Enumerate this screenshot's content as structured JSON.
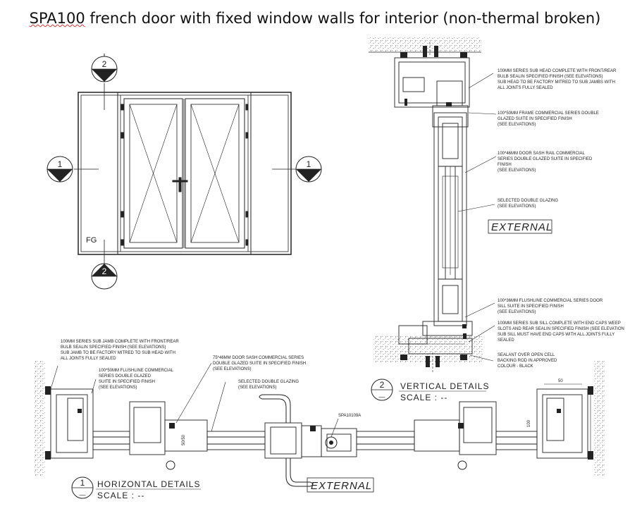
{
  "title_prefix": "SPA100",
  "title_rest": " french door with fixed window walls for interior (non-thermal broken)",
  "elevation": {
    "section_markers": [
      {
        "number": "2"
      },
      {
        "number": "1"
      },
      {
        "number": "1"
      },
      {
        "number": "2"
      }
    ],
    "fg_label": "FG"
  },
  "vertical_notes": [
    [
      "100MM SERIES SUB HEAD COMPLETE WITH FRONT/REAR",
      "BULB SEALIN SPECIFIED FINISH (SEE ELEVATIONS)",
      "SUB HEAD TO BE FACTORY MITRED TO SUB JAMBS WITH",
      "ALL JOINTS FULLY SEALED"
    ],
    [
      "100*50MM FRAME COMMERCIAL SERIES DOUBLE",
      "GLAZED SUITE IN SPECIFIED FINISH",
      "(SEE ELEVATIONS)"
    ],
    [
      "100*46MM DOOR SASH RAIL COMMERCIAL",
      "SERIES DOUBLE GLAZED SUITE IN SPECIFIED",
      "FINISH",
      "(SEE ELEVATIONS)"
    ],
    [
      "SELECTED DOUBLE GLAZING",
      "(SEE ELEVATIONS)"
    ],
    [
      "100*36MM FLUSHLINE COMMERCIAL SERIES DOOR",
      "SILL SUITE IN SPECIFIED FINISH",
      "(SEE ELEVATIONS)"
    ],
    [
      "100MM SERIES SUB SILL COMPLETE WITH END CAPS WEEP",
      "SLOTS AND REAR SEALIN SPECIFIED FINISH (SEE ELEVATION",
      "SUB SILL MUST HAVE END CAPS WITH ALL JOINTS FULLY",
      "SEALED"
    ],
    [
      "SEALANT OVER OPEN CELL",
      "BACKING ROD IN APPROVED",
      "COLOUR - BLACK"
    ]
  ],
  "horizontal_notes": [
    [
      "100MM SERIES SUB JAMB COMPLETE WITH FRONT/REAR",
      "BULB SEALIN SPECIFIED FINISH (SEE ELEVATIONS)",
      "SUB JAMB TO BE FACTORY MITRED TO SUB HEAD WITH",
      "ALL JOINTS FULLY SEALED"
    ],
    [
      "100*50MM FLUSHLINE COMMERCIAL",
      "SERIES DOUBLE GLAZED",
      "SUITE IN SPECIFIED FINISH",
      "(SEE ELEVATIONS)"
    ],
    [
      "75*46MM DOOR SASH COMMERCIAL SERIES",
      "DOUBLE GLAZED SUITE IN SPECIFIED FINISH",
      "(SEE ELEVATIONS)"
    ],
    [
      "SELECTED DOUBLE GLAZING",
      "(SEE ELEVATIONS)"
    ]
  ],
  "external_label": "EXTERNAL",
  "vertical_details": {
    "number": "2",
    "title": "VERTICAL DETAILS",
    "scale": "SCALE : --",
    "dash": "—"
  },
  "horizontal_details": {
    "number": "1",
    "title": "HORIZONTAL DETAILS",
    "scale": "SCALE : --",
    "dash": "—"
  },
  "part_code": "SPA10109A",
  "dimensions": {
    "d50": "50",
    "d100": "100",
    "d50_left": "50/50"
  }
}
